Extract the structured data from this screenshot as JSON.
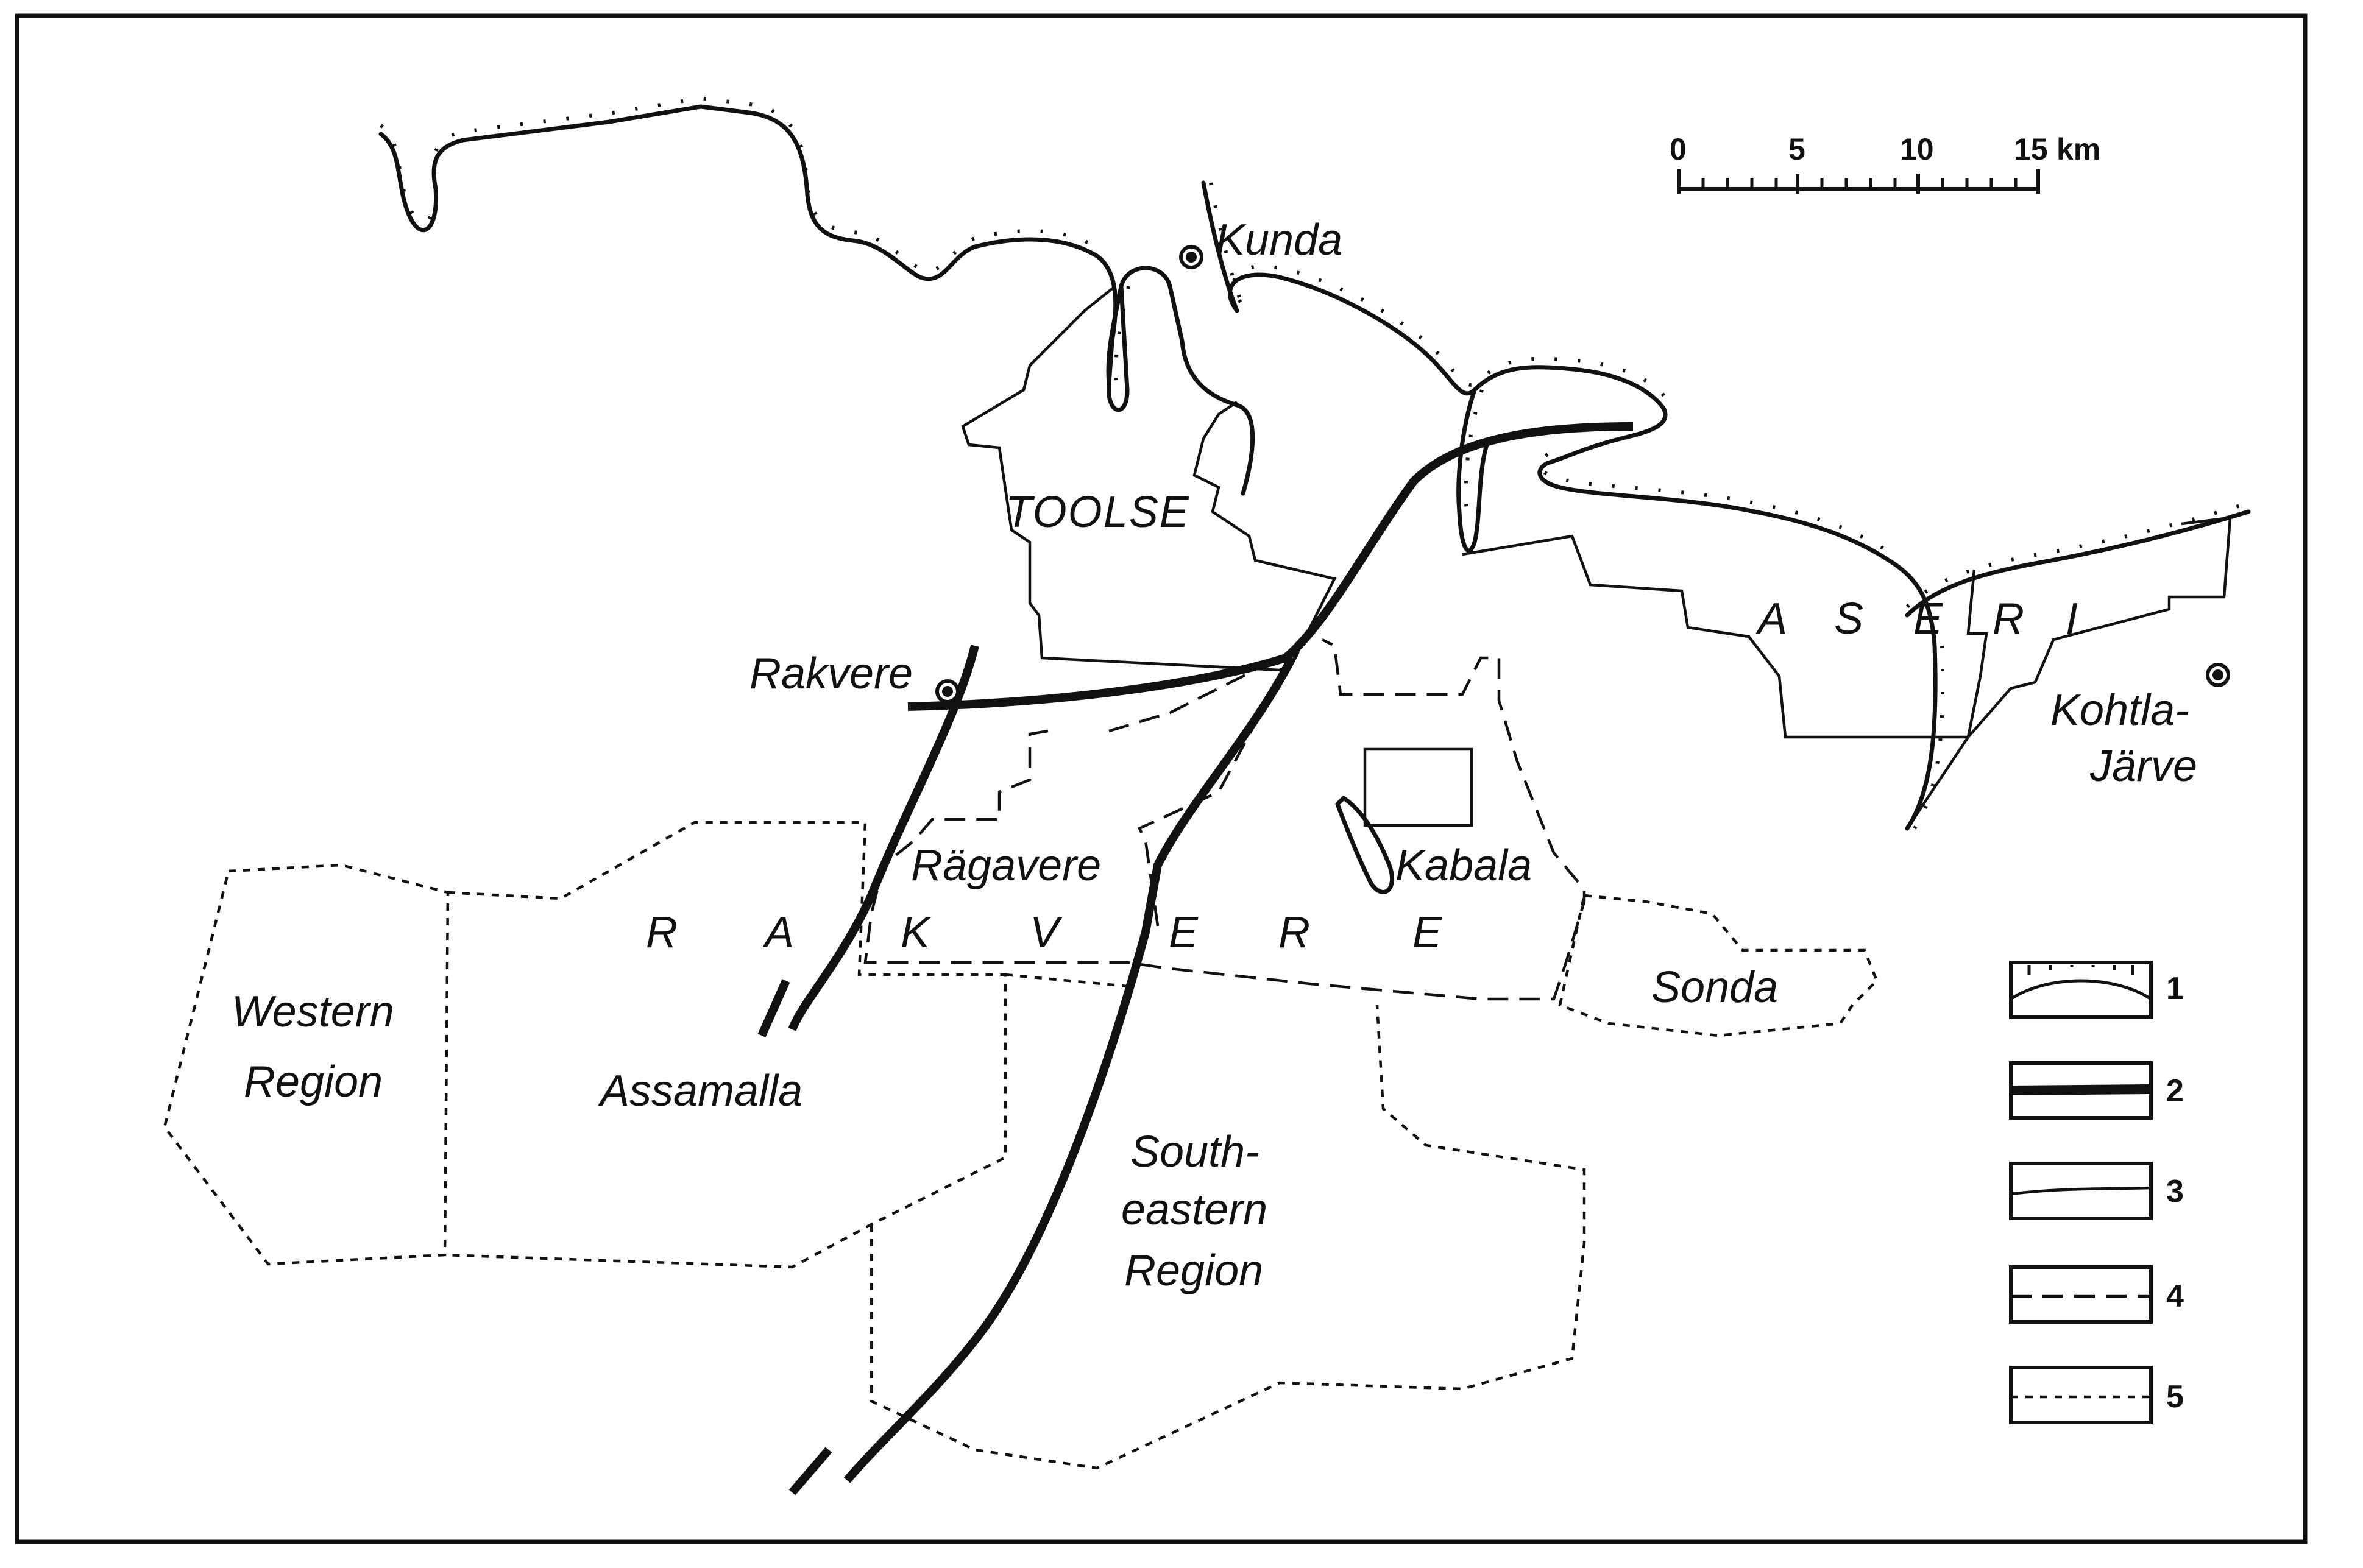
{
  "scale_bar": {
    "ticks": [
      "0",
      "5",
      "10",
      "15"
    ],
    "unit": "km"
  },
  "places": {
    "kunda": "Kunda",
    "rakvere": "Rakvere",
    "kohtla_1": "Kohtla-",
    "kohtla_2": "Järve",
    "kabala": "Kabala"
  },
  "fields": {
    "toolse": "TOOLSE",
    "ragavere": "Rägavere",
    "assamalla": "Assamalla",
    "sonda": "Sonda",
    "western_1": "Western",
    "western_2": "Region",
    "southeast_1": "South-",
    "southeast_2": "eastern",
    "southeast_3": "Region"
  },
  "spaced_names": {
    "aseri": [
      "A",
      "S",
      "E",
      "R",
      "I"
    ],
    "rakvere": [
      "R",
      "A",
      "K",
      "V",
      "E",
      "R",
      "E"
    ]
  },
  "legend": [
    "1",
    "2",
    "3",
    "4",
    "5"
  ],
  "colors": {
    "ink": "#111111",
    "paper": "#ffffff"
  }
}
